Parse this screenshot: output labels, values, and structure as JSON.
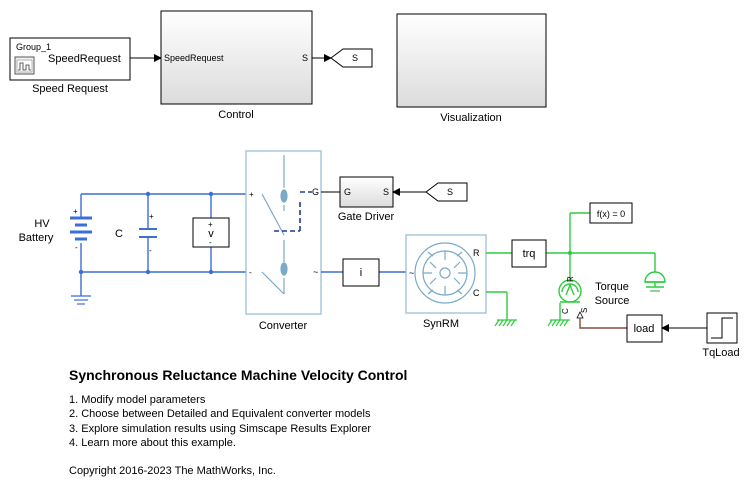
{
  "blocks": {
    "speed_request": {
      "group": "Group_1",
      "signal": "SpeedRequest",
      "label": "Speed Request"
    },
    "control": {
      "inport": "SpeedRequest",
      "outport": "S",
      "label": "Control"
    },
    "goto_s": "S",
    "visualization": {
      "label": "Visualization"
    },
    "battery": {
      "name": "HV",
      "name2": "Battery"
    },
    "capacitor": "C",
    "voltage_sensor": "v",
    "converter": {
      "label": "Converter",
      "port_g": "G",
      "port_tilde": "~"
    },
    "gate_driver": {
      "label": "Gate Driver",
      "port_g": "G",
      "port_s": "S"
    },
    "from_s": "S",
    "current_sensor": "i",
    "synrm": {
      "label": "SynRM",
      "port_r": "R",
      "port_c": "C",
      "port_tilde": "~"
    },
    "trq": "trq",
    "fcn": "f(x) = 0",
    "torque_source": {
      "name": "Torque",
      "name2": "Source",
      "port_r": "R",
      "port_c": "C",
      "port_s": "S"
    },
    "load": "load",
    "tqload": "TqLoad",
    "plus": "+",
    "minus": "-"
  },
  "text": {
    "title": "Synchronous Reluctance Machine Velocity Control",
    "steps": [
      "1. Modify model parameters",
      "2. Choose between Detailed and Equivalent converter models",
      "3. Explore simulation results using Simscape Results Explorer",
      "4. Learn more about this example."
    ],
    "copyright": "Copyright 2016-2023 The MathWorks, Inc."
  },
  "colors": {
    "electrical": "#3b6fd4",
    "mechanical": "#2ecc40",
    "physical_signal": "#8b4a3a",
    "subsystem_border": "#a0c4dc",
    "block_border": "#000000"
  }
}
